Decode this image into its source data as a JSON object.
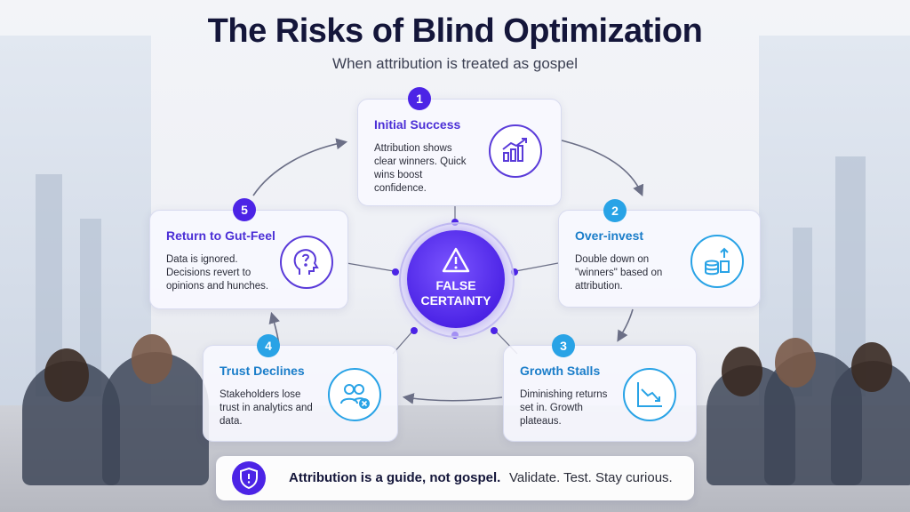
{
  "title": "The Risks of Blind Optimization",
  "subtitle": "When attribution is treated as gospel",
  "center": {
    "label_line1": "FALSE",
    "label_line2": "CERTAINTY",
    "icon": "warning-triangle-icon"
  },
  "steps": [
    {
      "number": "1",
      "title": "Initial Success",
      "text": "Attribution shows clear winners. Quick wins boost confidence.",
      "icon": "growth-chart-icon",
      "color": "#4b2fd6"
    },
    {
      "number": "2",
      "title": "Over-invest",
      "text": "Double down on \"winners\" based on attribution.",
      "icon": "coin-stack-icon",
      "color": "#29a3e6"
    },
    {
      "number": "3",
      "title": "Growth Stalls",
      "text": "Diminishing returns set in. Growth plateaus.",
      "icon": "declining-chart-icon",
      "color": "#29a3e6"
    },
    {
      "number": "4",
      "title": "Trust Declines",
      "text": "Stakeholders lose trust in analytics and data.",
      "icon": "users-remove-icon",
      "color": "#29a3e6"
    },
    {
      "number": "5",
      "title": "Return to Gut-Feel",
      "text": "Data is ignored. Decisions revert to opinions and hunches.",
      "icon": "head-question-icon",
      "color": "#4b2fd6"
    }
  ],
  "banner": {
    "main": "Attribution is a guide, not gospel.",
    "sub": "Validate. Test. Stay curious.",
    "icon": "shield-alert-icon"
  },
  "colors": {
    "purple_accent": "#4c24e6",
    "blue_accent": "#29a3e6",
    "title": "#14163a"
  }
}
